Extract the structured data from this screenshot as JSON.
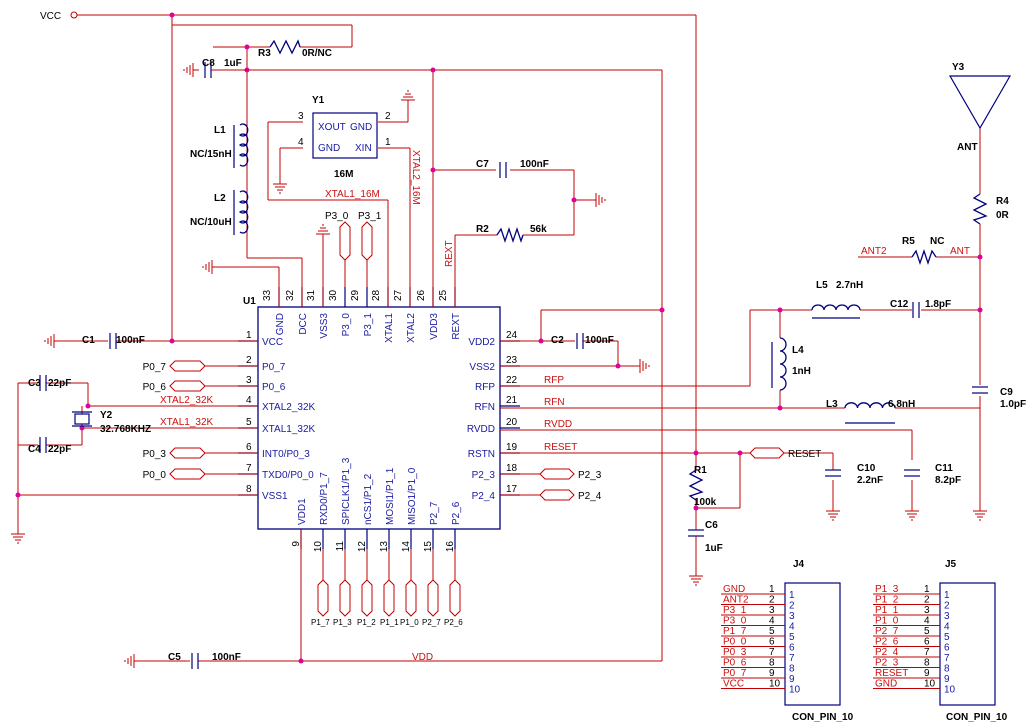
{
  "ic": {
    "ref": "U1",
    "pins_top": [
      {
        "num": "33",
        "name": "GND"
      },
      {
        "num": "32",
        "name": "DCC"
      },
      {
        "num": "31",
        "name": "VSS3"
      },
      {
        "num": "30",
        "name": "P3_0"
      },
      {
        "num": "29",
        "name": "P3_1"
      },
      {
        "num": "28",
        "name": "XTAL1"
      },
      {
        "num": "27",
        "name": "XTAL2"
      },
      {
        "num": "26",
        "name": "VDD3"
      },
      {
        "num": "25",
        "name": "REXT"
      }
    ],
    "pins_left": [
      {
        "num": "1",
        "name": "VCC"
      },
      {
        "num": "2",
        "name": "P0_7"
      },
      {
        "num": "3",
        "name": "P0_6"
      },
      {
        "num": "4",
        "name": "XTAL2_32K"
      },
      {
        "num": "5",
        "name": "XTAL1_32K"
      },
      {
        "num": "6",
        "name": "INT0/P0_3"
      },
      {
        "num": "7",
        "name": "TXD0/P0_0"
      },
      {
        "num": "8",
        "name": "VSS1"
      }
    ],
    "pins_right": [
      {
        "num": "24",
        "name": "VDD2"
      },
      {
        "num": "23",
        "name": "VSS2"
      },
      {
        "num": "22",
        "name": "RFP"
      },
      {
        "num": "21",
        "name": "RFN"
      },
      {
        "num": "20",
        "name": "RVDD"
      },
      {
        "num": "19",
        "name": "RSTN"
      },
      {
        "num": "18",
        "name": "P2_3"
      },
      {
        "num": "17",
        "name": "P2_4"
      }
    ],
    "pins_bottom": [
      {
        "num": "9",
        "name": "VDD1"
      },
      {
        "num": "10",
        "name": "RXD0/P1_7"
      },
      {
        "num": "11",
        "name": "SPICLK1/P1_3"
      },
      {
        "num": "12",
        "name": "nCS1/P1_2"
      },
      {
        "num": "13",
        "name": "MOSI1/P1_1"
      },
      {
        "num": "14",
        "name": "MISO1/P1_0"
      },
      {
        "num": "15",
        "name": "P2_7"
      },
      {
        "num": "16",
        "name": "P2_6"
      }
    ]
  },
  "nets": {
    "vcc": "VCC",
    "vdd": "VDD",
    "rfp": "RFP",
    "rfn": "RFN",
    "rvdd": "RVDD",
    "reset": "RESET",
    "xtal1_16m": "XTAL1_16M",
    "xtal2_16m": "XTAL2_16M",
    "rext": "REXT",
    "xtal2_32k": "XTAL2_32K",
    "xtal1_32k": "XTAL1_32K",
    "ant": "ANT",
    "ant2": "ANT2",
    "ant_label": "ANT"
  },
  "ports": {
    "p0_7": "P0_7",
    "p0_6": "P0_6",
    "p0_3": "P0_3",
    "p0_0": "P0_0",
    "p3_0": "P3_0",
    "p3_1": "P3_1",
    "p2_3": "P2_3",
    "p2_4": "P2_4",
    "reset": "RESET",
    "bottom": [
      "P1_7",
      "P1_3",
      "P1_2",
      "P1_1",
      "P1_0",
      "P2_7",
      "P2_6"
    ]
  },
  "components": {
    "c8": {
      "ref": "C8",
      "value": "1uF"
    },
    "r3": {
      "ref": "R3",
      "value": "0R/NC"
    },
    "l1": {
      "ref": "L1",
      "value": "NC/15nH"
    },
    "l2": {
      "ref": "L2",
      "value": "NC/10uH"
    },
    "y1": {
      "ref": "Y1",
      "value": "16M",
      "pin_xout": "XOUT",
      "pin_gnd1": "GND",
      "pin_gnd2": "GND",
      "pin_xin": "XIN",
      "p3": "3",
      "p4": "4",
      "p2": "2",
      "p1": "1"
    },
    "c7": {
      "ref": "C7",
      "value": "100nF"
    },
    "r2": {
      "ref": "R2",
      "value": "56k"
    },
    "c1": {
      "ref": "C1",
      "value": "100nF"
    },
    "c2": {
      "ref": "C2",
      "value": "100nF"
    },
    "c3": {
      "ref": "C3",
      "value": "22pF"
    },
    "c4": {
      "ref": "C4",
      "value": "22pF"
    },
    "y2": {
      "ref": "Y2",
      "value": "32.768KHZ"
    },
    "c5": {
      "ref": "C5",
      "value": "100nF"
    },
    "r1": {
      "ref": "R1",
      "value": "100k"
    },
    "c6": {
      "ref": "C6",
      "value": "1uF"
    },
    "y3": {
      "ref": "Y3"
    },
    "r4": {
      "ref": "R4",
      "value": "0R"
    },
    "r5": {
      "ref": "R5",
      "value": "NC"
    },
    "l5": {
      "ref": "L5",
      "value": "2.7nH"
    },
    "c12": {
      "ref": "C12",
      "value": "1.8pF"
    },
    "l4": {
      "ref": "L4",
      "value": "1nH"
    },
    "l3": {
      "ref": "L3",
      "value": "6.8nH"
    },
    "c9": {
      "ref": "C9",
      "value": "1.0pF"
    },
    "c10": {
      "ref": "C10",
      "value": "2.2nF"
    },
    "c11": {
      "ref": "C11",
      "value": "8.2pF"
    }
  },
  "connectors": {
    "j4": {
      "ref": "J4",
      "part": "CON_PIN_10",
      "nets": [
        "GND",
        "ANT2",
        "P3_1",
        "P3_0",
        "P1_7",
        "P0_0",
        "P0_3",
        "P0_6",
        "P0_7",
        "VCC"
      ],
      "pins": [
        "1",
        "2",
        "3",
        "4",
        "5",
        "6",
        "7",
        "8",
        "9",
        "10"
      ]
    },
    "j5": {
      "ref": "J5",
      "part": "CON_PIN_10",
      "nets": [
        "P1_3",
        "P1_2",
        "P1_1",
        "P1_0",
        "P2_7",
        "P2_6",
        "P2_4",
        "P2_3",
        "RESET",
        "GND"
      ],
      "pins": [
        "1",
        "2",
        "3",
        "4",
        "5",
        "6",
        "7",
        "8",
        "9",
        "10"
      ]
    }
  }
}
